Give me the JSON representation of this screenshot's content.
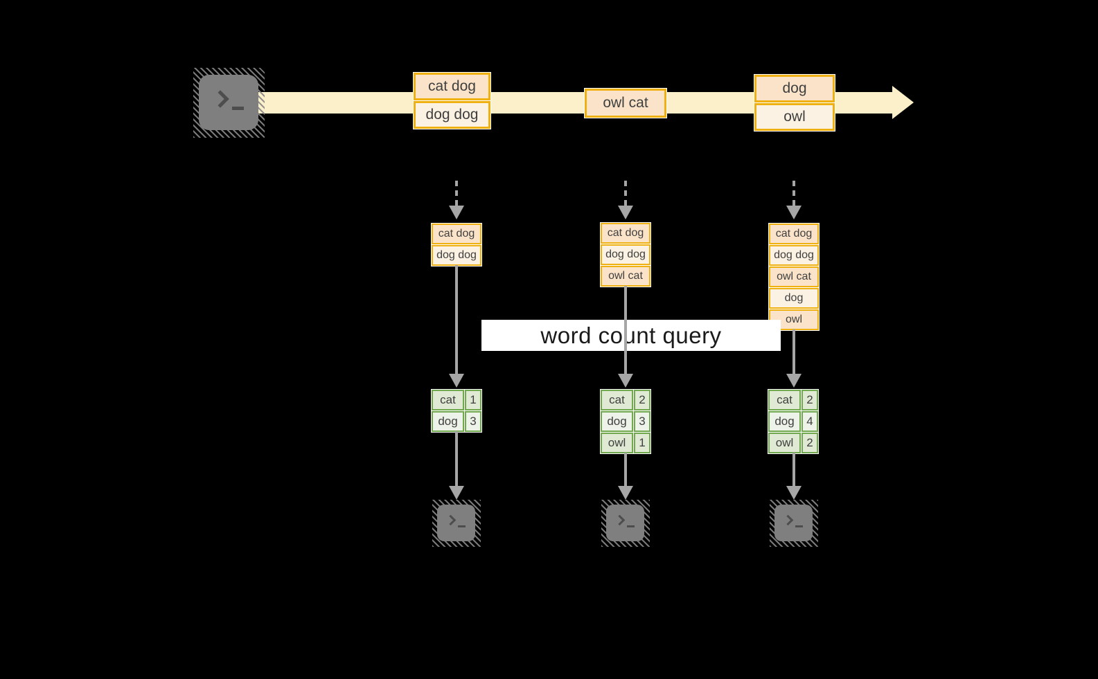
{
  "query_band": {
    "label": "word count query"
  },
  "stream": {
    "source": "terminal-icon",
    "batches": [
      {
        "cells": [
          "cat dog",
          "dog dog"
        ]
      },
      {
        "cells": [
          "owl cat"
        ]
      },
      {
        "cells": [
          "dog",
          "owl"
        ]
      }
    ]
  },
  "workers": [
    {
      "queue": [
        "cat dog",
        "dog dog"
      ],
      "counts": [
        [
          "cat",
          "1"
        ],
        [
          "dog",
          "3"
        ]
      ],
      "sink": "terminal-icon"
    },
    {
      "queue": [
        "cat dog",
        "dog dog",
        "owl cat"
      ],
      "counts": [
        [
          "cat",
          "2"
        ],
        [
          "dog",
          "3"
        ],
        [
          "owl",
          "1"
        ]
      ],
      "sink": "terminal-icon"
    },
    {
      "queue": [
        "cat dog",
        "dog dog",
        "owl cat",
        "dog",
        "owl"
      ],
      "counts": [
        [
          "cat",
          "2"
        ],
        [
          "dog",
          "4"
        ],
        [
          "owl",
          "2"
        ]
      ],
      "sink": "terminal-icon"
    }
  ],
  "colors": {
    "background": "#000000",
    "stream_band": "#FCF0CB",
    "event_border": "#EFB012",
    "event_fill_dark": "#FAE3C8",
    "event_fill_light": "#FCF2E3",
    "table_border": "#6FA84D",
    "table_fill_dark": "#DFE9D3",
    "table_fill_light": "#EEF3E9",
    "arrow_gray": "#A6A6A6",
    "terminal_gray": "#7F7F7F",
    "text": "#3F3F3F"
  }
}
